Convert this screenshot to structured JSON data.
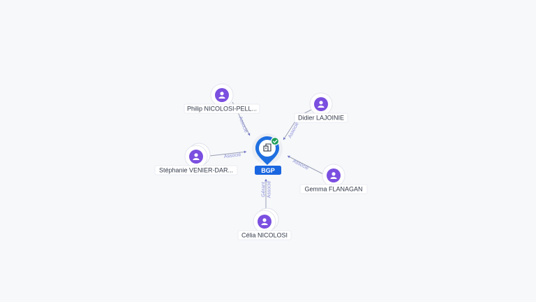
{
  "company": {
    "name": "BGP",
    "icon": "building-icon",
    "status_icon": "check-badge-icon",
    "colors": {
      "pin": "#1f6fe0",
      "tag": "#1a66e0",
      "verified": "#1e9e5a"
    }
  },
  "people_color": "#7b4fe0",
  "people": [
    {
      "id": "philip",
      "label": "Philip NICOLOSI-PELL...",
      "relations": [
        "Associé"
      ]
    },
    {
      "id": "didier",
      "label": "Didier LAJOINIE",
      "relations": [
        "Associé"
      ]
    },
    {
      "id": "stephanie",
      "label": "Stéphanie VENIER-DAR...",
      "relations": [
        "Associé"
      ]
    },
    {
      "id": "gemma",
      "label": "Gemma FLANAGAN",
      "relations": [
        "Associé"
      ]
    },
    {
      "id": "celia",
      "label": "Célia NICOLOSI",
      "relations": [
        "Gérant",
        "Associé"
      ]
    }
  ]
}
